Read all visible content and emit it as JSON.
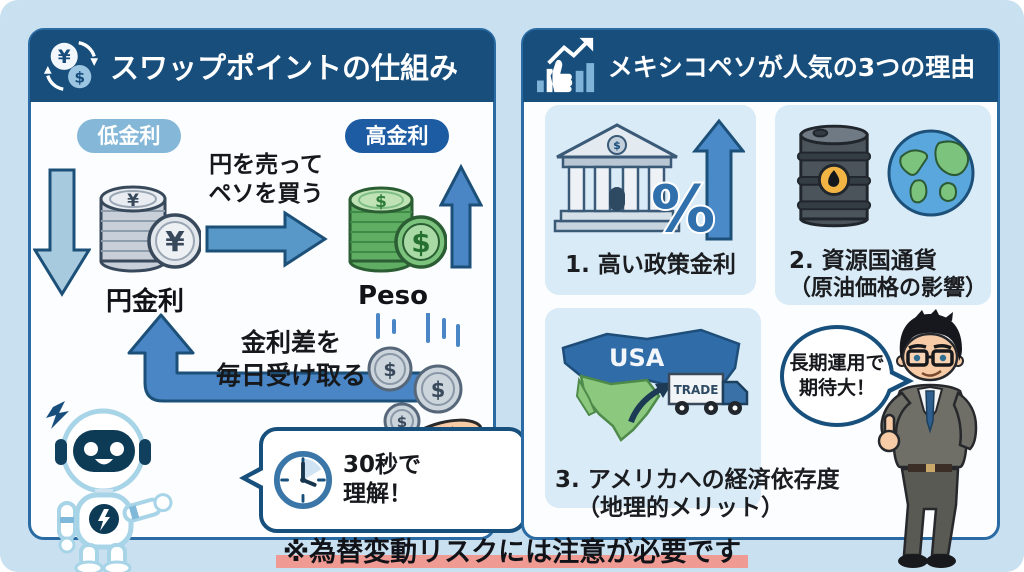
{
  "left_panel": {
    "title": "スワップポイントの仕組み",
    "low_rate_pill": "低金利",
    "high_rate_pill": "高金利",
    "flow_text_line1": "円を売って",
    "flow_text_line2": "ペソを買う",
    "yen_coins_label": "円金利",
    "peso_coins_label": "Peso",
    "benefit_line1": "金利差を",
    "benefit_line2": "毎日受け取る",
    "robot_bubble_line1": "30秒で",
    "robot_bubble_line2": "理解！"
  },
  "right_panel": {
    "title": "メキシコペソが人気の3つの理由",
    "reason1": {
      "line1": "1. 高い政策金利"
    },
    "reason2": {
      "line1": "2. 資源国通貨",
      "line2": "（原油価格の影響）"
    },
    "reason3": {
      "line1": "3. アメリカへの経済依存度",
      "line2": "（地理的メリット）"
    },
    "map": {
      "usa": "USA",
      "truck": "TRADE"
    },
    "advisor_bubble_line1": "長期運用で",
    "advisor_bubble_line2": "期待大！"
  },
  "footer": {
    "note": "※為替変動リスクには注意が必要です"
  },
  "symbols": {
    "yen": "¥",
    "dollar": "$",
    "percent": "%"
  },
  "colors": {
    "page_bg": "#c9e0f1",
    "panel_bg": "#fbfdfe",
    "panel_border": "#2a6ba3",
    "header_bg": "#174e7c",
    "card_bg": "#d9ebf7",
    "low_pill_bg": "#85b8d8",
    "high_pill_bg": "#1d5ca3",
    "arrow_blue": "#4a86c6",
    "peso_green": "#7cc47e",
    "yen_silver": "#ccd4dc",
    "note_underline": "#ef9a92"
  }
}
